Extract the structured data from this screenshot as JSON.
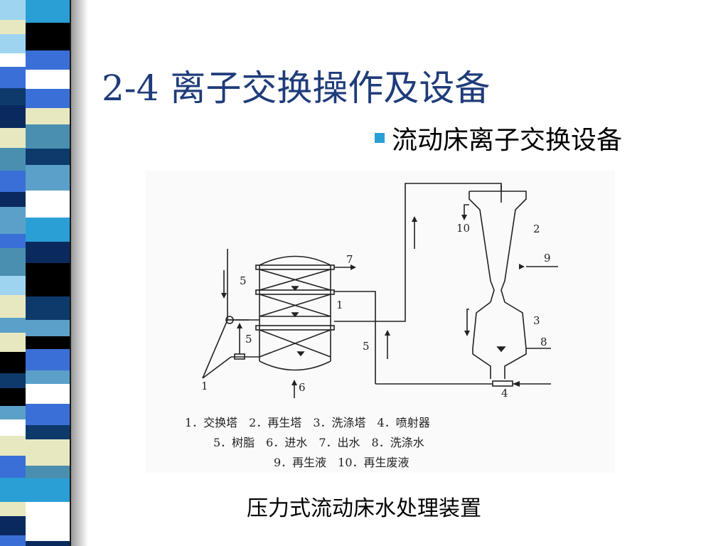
{
  "slide": {
    "title": "2-4 离子交换操作及设备",
    "bullet": "流动床离子交换设备",
    "caption": "压力式流动床水处理装置"
  },
  "diagram": {
    "callouts": {
      "n1_tower": "1",
      "n1_left": "1",
      "n2": "2",
      "n3": "3",
      "n4": "4",
      "n5_top": "5",
      "n5_mid": "5",
      "n5_pipe": "5",
      "n6": "6",
      "n7": "7",
      "n8": "8",
      "n9": "9",
      "n10": "10"
    },
    "legend_rows": [
      "1．交换塔　2．再生塔　3．洗涤塔　4．喷射器",
      "5．树脂　6．进水　7．出水　8．洗涤水",
      "9．再生液　10．再生废液"
    ]
  },
  "colors": {
    "title": "#1f3c7a",
    "bullet": "#2a9fd6"
  }
}
